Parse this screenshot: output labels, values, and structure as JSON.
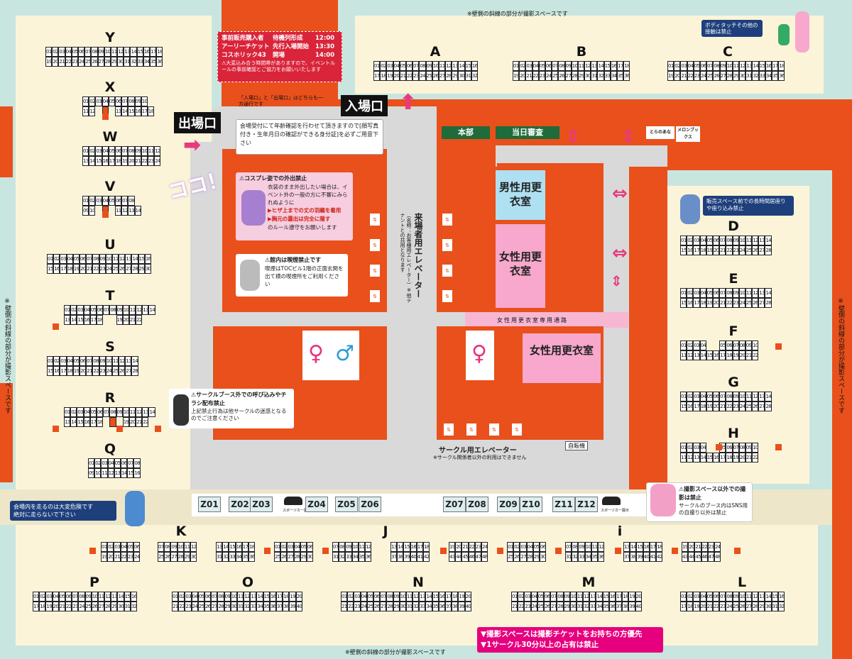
{
  "top_note": "※壁側の斜線の部分が撮影スペースです",
  "bottom_note": "※壁側の斜線の部分が撮影スペースです",
  "side_note": "※壁側の斜線の部分が撮影スペースです",
  "schedule": {
    "rows": [
      {
        "label": "事前販売購入者",
        "event": "待機列形成",
        "time": "12:00"
      },
      {
        "label": "アーリーチケット",
        "event": "先行入場開始",
        "time": "13:30"
      },
      {
        "label": "コスホリック43",
        "event": "開場",
        "time": "14:00"
      }
    ],
    "warning": "⚠大変込み合う時間帯がありますので、イベントルールの事前確認とご協力をお願いいたします"
  },
  "one_way_note": "「入場口」と「出場口」はどちらも一方通行です",
  "entrance": "入場口",
  "exit": "出場口",
  "age_check": "会場受付にて年齢確認を行わせて頂きますので[顔写真付き・生年月日の確認ができる身分証]を必ずご用意下さい",
  "koko": "ココ！",
  "cosplay_notice": {
    "title": "⚠コスプレ姿での外出禁止",
    "body": "衣装のまま外出したい場合は、イベント外の一般の方に不審にみられぬように",
    "rule1": "▶ヒザ上までの丈の羽織を着用",
    "rule2": "▶胸元の露出は完全に隠す",
    "footer": "のルール遵守をお願いします"
  },
  "smoking_notice": {
    "title": "⚠館内は喫煙禁止です",
    "body": "喫煙はTOCビル1階の正面玄関を出て横の喫煙所をご利用ください"
  },
  "flyer_notice": {
    "title": "⚠サークルブース外での呼び込みやチラシ配布禁止",
    "body": "上記禁止行為は他サークルの迷惑となるのでご注意ください"
  },
  "running_notice": "会場内を走るのは大変危険です\n絶対に走らないで下さい",
  "touch_notice": "ボディタッチその他の接触は禁止",
  "sitting_notice": "販売スペース前での長時間居座りや座り込み禁止",
  "photo_notice": {
    "title": "⚠撮影スペース以外での撮影は禁止",
    "body": "サークルのブース内はSNS用の自撮り以外は禁止"
  },
  "bottom_banner": {
    "line1": "▼撮影スペースは撮影チケットをお持ちの方優先",
    "line2": "▼1サークル30分以上の占有は禁止"
  },
  "rooms": {
    "honbu": "本部",
    "toujitsu": "当日審査",
    "toranoana": "とらのあな",
    "melon": "メロンブックス",
    "male_dressing": "男性用更衣室",
    "female_dressing1": "女性用更衣室",
    "female_dressing2": "女性用更衣室",
    "female_passage": "女性用更衣室専用通路",
    "guest_elevator": "来場者用エレベーター",
    "guest_elevator_sub": "（名称：お客様用エレベーター）※他テナントとの共用となります",
    "circle_elevator": "サークル用エレベーター",
    "circle_elevator_sub": "※サークル関係者以外の利用はできません",
    "vending": "自販機",
    "sportscar": "スポーツカー展示"
  },
  "z_booths": [
    "Z01",
    "Z02",
    "Z03",
    "Z04",
    "Z05",
    "Z06",
    "Z07",
    "Z08",
    "Z09",
    "Z10",
    "Z11",
    "Z12"
  ],
  "block_letters": {
    "Y": "Y",
    "X": "X",
    "W": "W",
    "V": "V",
    "U": "U",
    "T": "T",
    "S": "S",
    "R": "R",
    "Q": "Q",
    "A": "A",
    "B": "B",
    "C": "C",
    "D": "D",
    "E": "E",
    "F": "F",
    "G": "G",
    "H": "H",
    "K": "K",
    "J": "J",
    "I": "i",
    "P": "P",
    "O": "O",
    "N": "N",
    "M": "M",
    "L": "L"
  }
}
